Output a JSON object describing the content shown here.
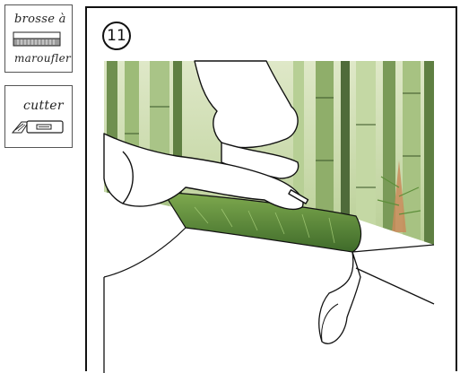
{
  "tools": {
    "brush": {
      "label_line1": "brosse à",
      "label_line2": "maroufler",
      "icon": "wallpaper-brush-icon"
    },
    "cutter": {
      "label": "cutter",
      "icon": "cutter-knife-icon"
    }
  },
  "step": {
    "number": "11"
  },
  "illustration": {
    "subject": "hands trimming bamboo forest wallpaper along the wall edge with a cutter",
    "colors": {
      "bamboo_light": "#c9d8a8",
      "bamboo_mid": "#8fae6a",
      "bamboo_dark": "#4f6b3a",
      "fern_green": "#5e8f3a",
      "outline": "#111111"
    }
  }
}
